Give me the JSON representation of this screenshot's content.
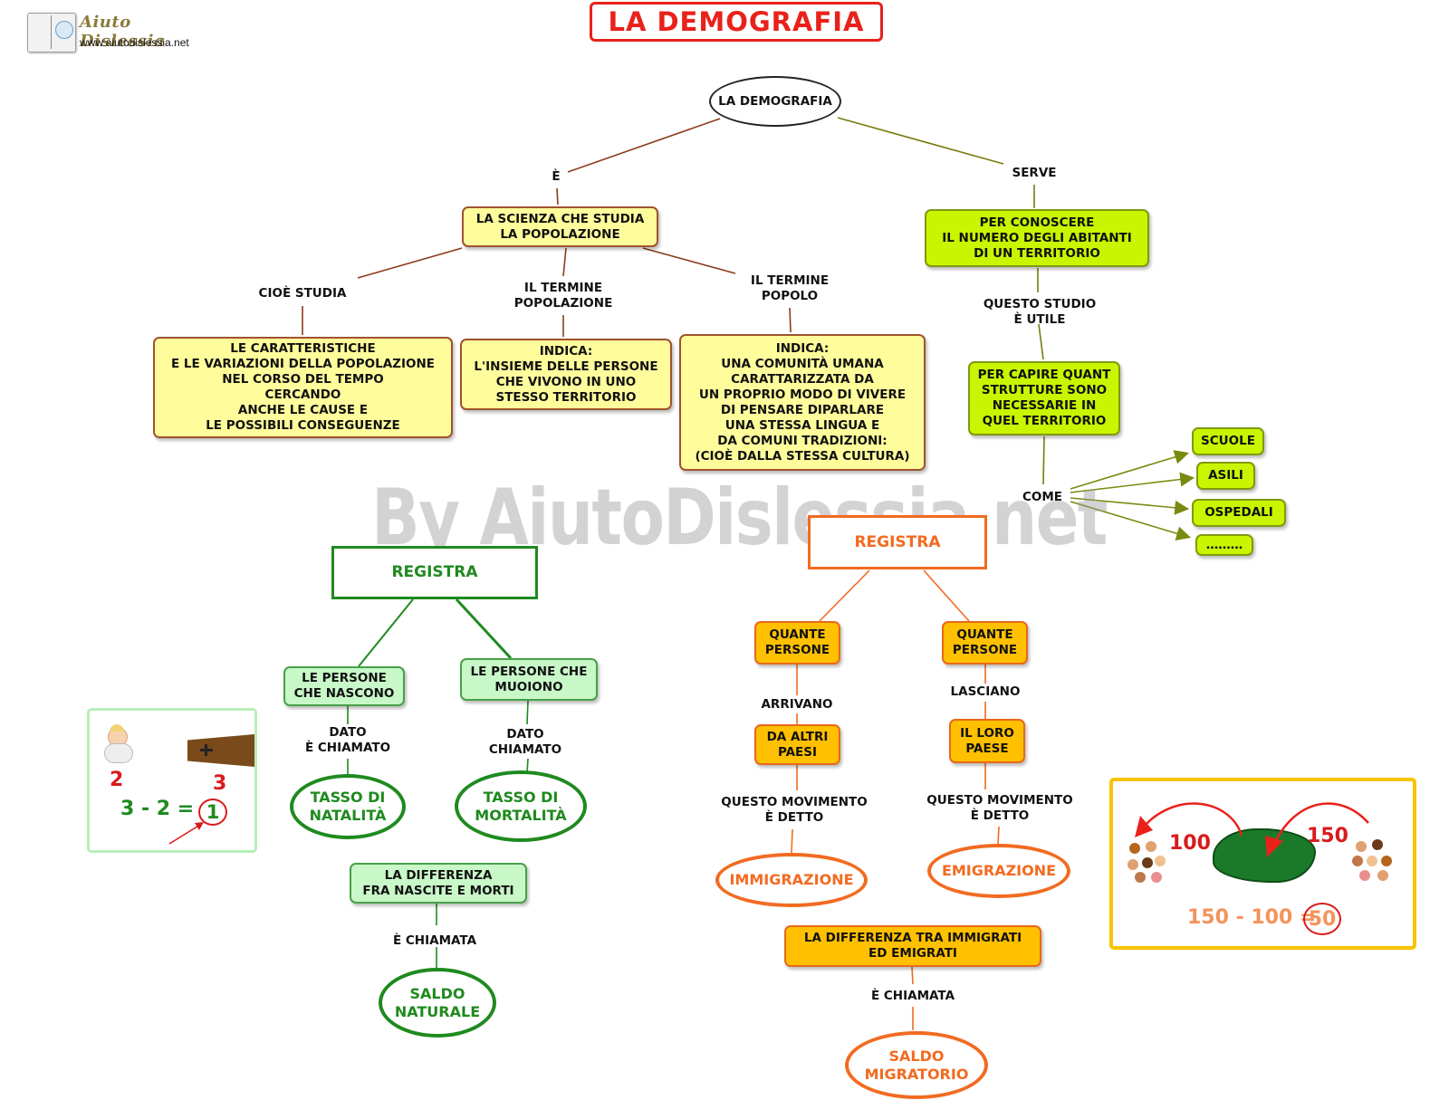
{
  "header": {
    "title": "LA DEMOGRAFIA",
    "logo_text": "Aiuto Dislessia",
    "logo_url": "www.aiutodislessia.net"
  },
  "watermark": "By AiutoDislessia.net",
  "nodes": {
    "root": "LA DEMOGRAFIA",
    "scienza": "LA SCIENZA CHE STUDIA\nLA POPOLAZIONE",
    "conoscere": "PER CONOSCERE\nIL NUMERO DEGLI ABITANTI\nDI UN TERRITORIO",
    "caratteristiche": "LE CARATTERISTICHE\nE LE VARIAZIONI DELLA POPOLAZIONE\nNEL CORSO DEL TEMPO\nCERCANDO\nANCHE LE CAUSE E\nLE POSSIBILI CONSEGUENZE",
    "popolazione": "INDICA:\nL'INSIEME DELLE PERSONE\nCHE VIVONO IN UNO\nSTESSO TERRITORIO",
    "popolo": "INDICA:\nUNA COMUNITÀ UMANA\nCARATTARIZZATA DA\nUN PROPRIO MODO DI VIVERE\nDI PENSARE DIPARLARE\nUNA STESSA LINGUA E\nDA COMUNI TRADIZIONI:\n(CIOÈ DALLA STESSA CULTURA)",
    "capire": "PER CAPIRE QUANT\nSTRUTTURE SONO\nNECESSARIE IN\nQUEL TERRITORIO",
    "scuole": "SCUOLE",
    "asili": "ASILI",
    "ospedali": "OSPEDALI",
    "dots": "………",
    "registra_green": "REGISTRA",
    "registra_orange": "REGISTRA",
    "nascono": "LE PERSONE\nCHE NASCONO",
    "muoiono": "LE PERSONE CHE\nMUOIONO",
    "natalita": "TASSO DI\nNATALITÀ",
    "mortalita": "TASSO DI\nMORTALITÀ",
    "diff_nascite": "LA DIFFERENZA\nFRA NASCITE E MORTI",
    "saldo_naturale": "SALDO\nNATURALE",
    "quante_1": "QUANTE\nPERSONE",
    "quante_2": "QUANTE\nPERSONE",
    "altri_paesi": "DA ALTRI\nPAESI",
    "loro_paese": "IL LORO\nPAESE",
    "immigrazione": "IMMIGRAZIONE",
    "emigrazione": "EMIGRAZIONE",
    "diff_immigrati": "LA DIFFERENZA TRA IMMIGRATI\nED EMIGRATI",
    "saldo_migratorio": "SALDO\nMIGRATORIO"
  },
  "labels": {
    "e": "È",
    "serve": "SERVE",
    "cioe_studia": "CIOÈ STUDIA",
    "termine_popolazione": "IL TERMINE\nPOPOLAZIONE",
    "termine_popolo": "IL TERMINE\nPOPOLO",
    "studio_utile": "QUESTO STUDIO\nÈ UTILE",
    "come": "COME",
    "dato_chiamato_1": "DATO\nÈ CHIAMATO",
    "dato_chiamato_2": "DATO\nCHIAMATO",
    "e_chiamata_1": "È CHIAMATA",
    "arrivano": "ARRIVANO",
    "lasciano": "LASCIANO",
    "movimento_1": "QUESTO MOVIMENTO\nÈ DETTO",
    "movimento_2": "QUESTO MOVIMENTO\nÈ DETTO",
    "e_chiamata_2": "È CHIAMATA"
  },
  "example_natural": {
    "births": "2",
    "deaths": "3",
    "equation": "3 - 2 =",
    "result": "1"
  },
  "example_migration": {
    "left_value": "100",
    "right_value": "150",
    "equation": "150 - 100 =",
    "result": "50"
  },
  "colors": {
    "title_red": "#e8221b",
    "green": "#1f8a1f",
    "orange": "#f26b21",
    "brown_line": "#8b3a1a",
    "olive_line": "#7a7a10"
  }
}
